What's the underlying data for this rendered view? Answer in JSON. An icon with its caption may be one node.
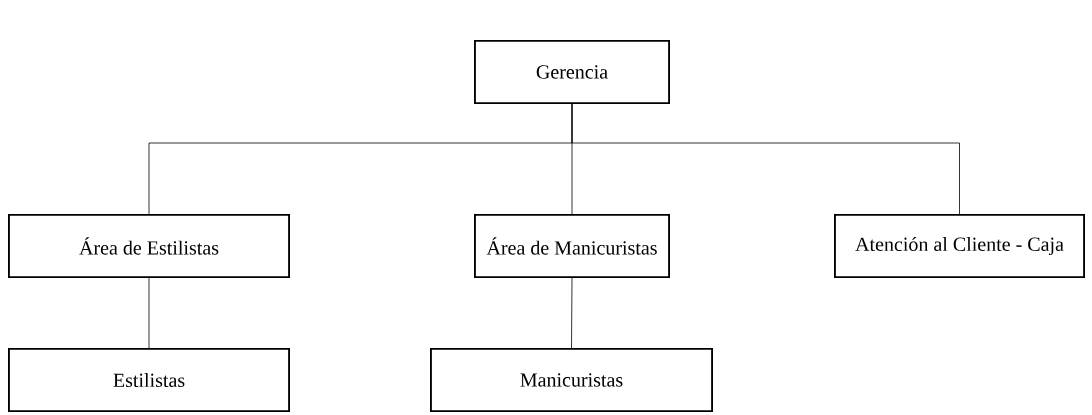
{
  "diagram": {
    "nodes": [
      {
        "text": [
          "Gerencia"
        ]
      },
      {
        "text": [
          "Área de Estilistas"
        ]
      },
      {
        "text": [
          "Área de Manicuristas"
        ]
      },
      {
        "text": [
          "Atención al Cliente - Caja"
        ]
      },
      {
        "text": [
          "Estilistas"
        ]
      },
      {
        "text": [
          "Manicuristas"
        ]
      }
    ],
    "edges": [
      {
        "from": 0,
        "to": 1,
        "arrow": "none"
      },
      {
        "from": 0,
        "to": 2,
        "arrow": "none"
      },
      {
        "from": 0,
        "to": 3,
        "arrow": "none"
      },
      {
        "from": 1,
        "to": 4,
        "arrow": "none"
      },
      {
        "from": 2,
        "to": 5,
        "arrow": "none"
      }
    ]
  }
}
